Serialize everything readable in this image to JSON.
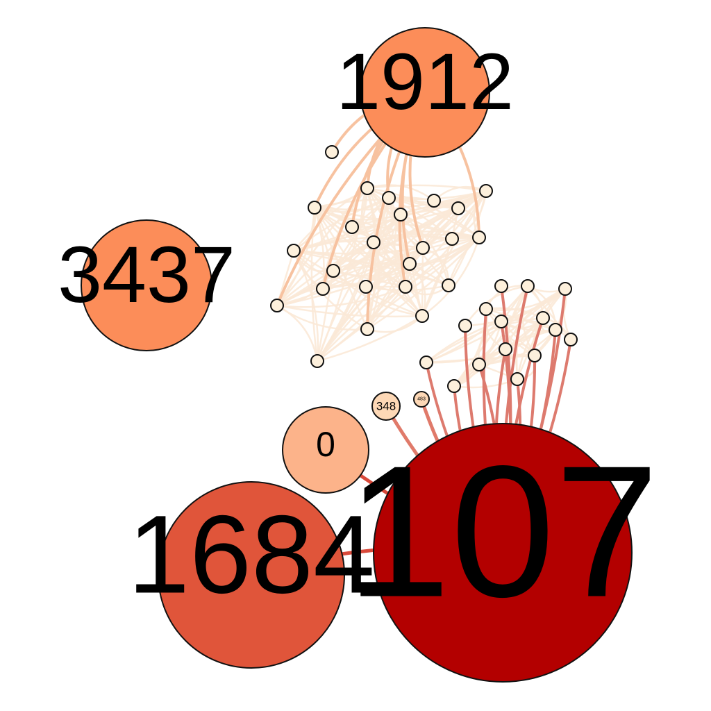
{
  "colors": {
    "background": "#ffffff",
    "node_stroke": "#111111",
    "label": "#000000",
    "scale_palette": [
      "#fdf0dc",
      "#fdd8b6",
      "#fcb38a",
      "#fc8d59",
      "#e0553a",
      "#b30000"
    ]
  },
  "chart_data": {
    "type": "network",
    "hubs": [
      {
        "id": "107",
        "color": "#b30000",
        "label": "107"
      },
      {
        "id": "1684",
        "color": "#e0553a",
        "label": "1684"
      },
      {
        "id": "1912",
        "color": "#fc8d59",
        "label": "1912"
      },
      {
        "id": "3437",
        "color": "#fc8d59",
        "label": "3437"
      },
      {
        "id": "0",
        "color": "#fcb38a",
        "label": "0"
      },
      {
        "id": "348",
        "color": "#fdd8b6",
        "label": "348"
      },
      {
        "id": "483",
        "color": "#fdd8b6",
        "label": "483"
      }
    ],
    "hub_edges": [
      {
        "from": "0",
        "to": "107",
        "color": "#d9493a"
      },
      {
        "from": "1684",
        "to": "107",
        "color": "#d9493a"
      },
      {
        "from": "348",
        "to": "107",
        "color": "#e07a6a"
      },
      {
        "from": "483",
        "to": "107",
        "color": "#e07a6a"
      }
    ],
    "clusters": [
      {
        "name": "upper",
        "hub": "1912",
        "member_count": 24,
        "hub_edge_color": "#f7c2a0",
        "intra_edge_color": "#fbe9d7"
      },
      {
        "name": "lower",
        "hub": "107",
        "member_count": 15,
        "hub_edge_color": "#dd7a6e",
        "intra_edge_color": "#fbe9d7"
      }
    ]
  }
}
